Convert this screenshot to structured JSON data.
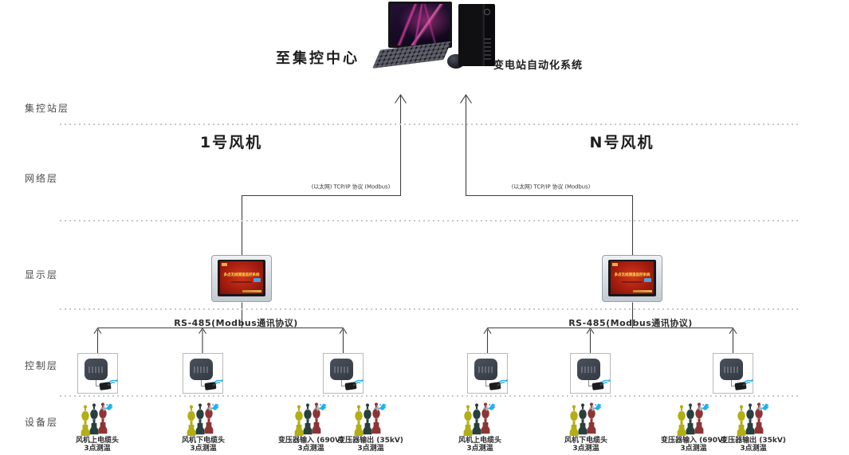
{
  "header": {
    "to_control_center": "至集控中心",
    "computer_caption": "变电站自动化系统"
  },
  "layer_labels": [
    "集控站层",
    "网络层",
    "显示层",
    "控制层",
    "设备层"
  ],
  "sections": [
    {
      "title": "1号风机",
      "uplink_label": "(以太网) TCP/IP 协议 (Modbus)",
      "bus_label": "RS-485(Modbus通讯协议)",
      "hmi_screen_title": "多点无线测温监控系统",
      "devices": [
        {
          "name": "风机上电缆头",
          "note": "3点测温"
        },
        {
          "name": "风机下电缆头",
          "note": "3点测温"
        },
        {
          "name": "变压器输入 (690V)",
          "note": "3点测温"
        },
        {
          "name": "变压器输出 (35kV)",
          "note": "3点测温"
        }
      ]
    },
    {
      "title": "N号风机",
      "uplink_label": "(以太网) TCP/IP 协议 (Modbus)",
      "bus_label": "RS-485(Modbus通讯协议)",
      "hmi_screen_title": "多点无线测温监控系统",
      "devices": [
        {
          "name": "风机上电缆头",
          "note": "3点测温"
        },
        {
          "name": "风机下电缆头",
          "note": "3点测温"
        },
        {
          "name": "变压器输入 (690V)",
          "note": "3点测温"
        },
        {
          "name": "变压器输出 (35kV)",
          "note": "3点测温"
        }
      ]
    }
  ],
  "icons": {
    "wifi": "wifi-signal",
    "spray": "wireless-burst",
    "cable_head": "cable-termination-bottles",
    "computer": "desktop-computer"
  },
  "colors": {
    "wire": "#3f3f3f",
    "dash": "#c8c8c8",
    "accent_blue": "#1fb0f0",
    "hmi_screen_red": "#a91e10",
    "hmi_text_yellow": "#ffe04a",
    "bottle_yellow": "#b3ae13",
    "bottle_teal": "#27403d",
    "bottle_red": "#8e3434",
    "clamp_gray": "#9aa0a4"
  }
}
